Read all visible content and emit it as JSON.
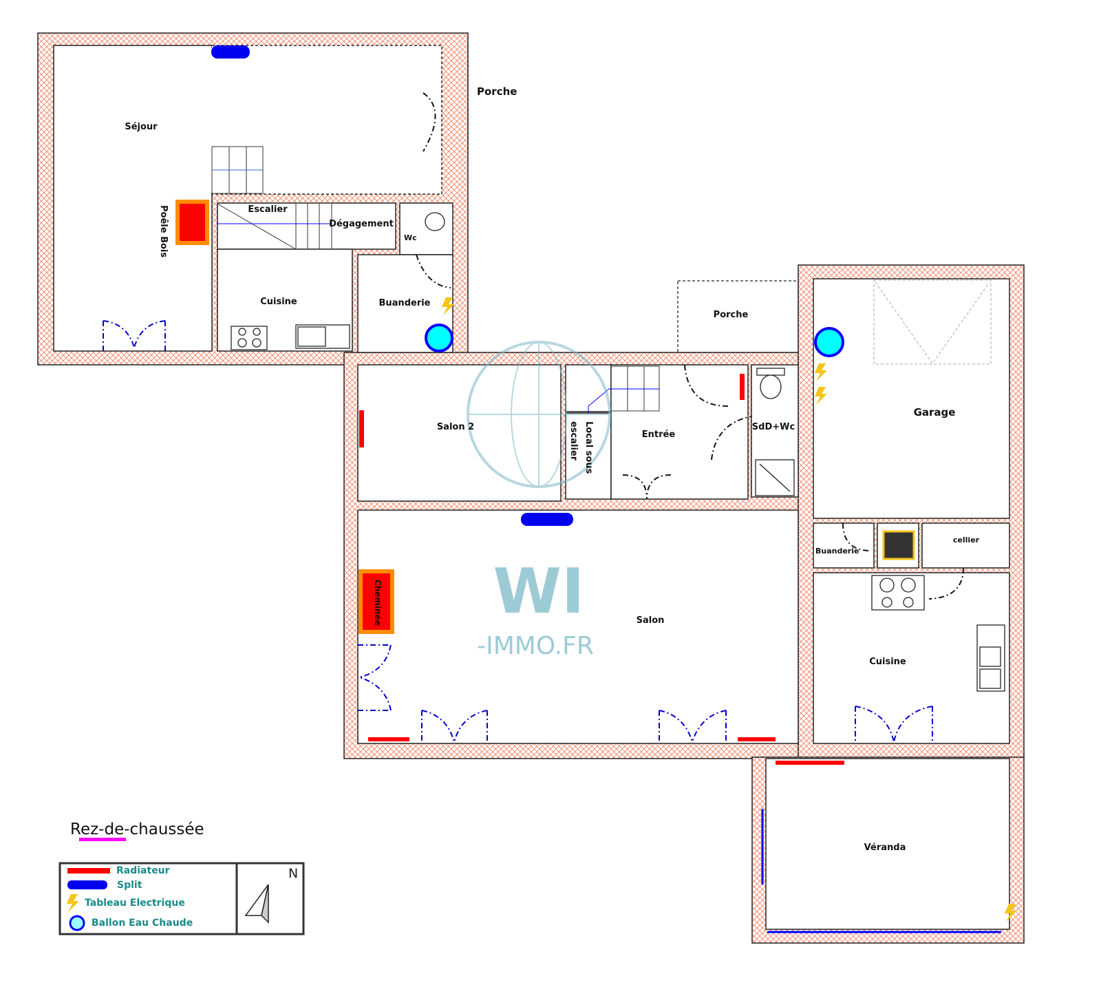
{
  "plan": {
    "title": "Rez-de-chaussée",
    "rooms": {
      "sejour": "Séjour",
      "porche_top": "Porche",
      "poele": "Poêle Bois",
      "escalier": "Escalier",
      "degagement": "Dégagement",
      "wc": "Wc",
      "cuisine_left": "Cuisine",
      "buanderie_left": "Buanderie",
      "porche_mid": "Porche",
      "garage": "Garage",
      "salon2": "Salon 2",
      "local_line1": "Local sous",
      "local_line2": "escalier",
      "entree": "Entrée",
      "sdd": "SdD+Wc",
      "buanderie_right": "Buanderie",
      "cellier": "cellier",
      "cheminee": "Cheminée",
      "salon": "Salon",
      "cuisine_right": "Cuisine",
      "veranda": "Véranda"
    }
  },
  "legend": {
    "items": [
      {
        "label": "Radiateur",
        "icon": "radiator-icon",
        "color": "#ff0000"
      },
      {
        "label": "Split",
        "icon": "split-icon",
        "color": "#0000ff"
      },
      {
        "label": "Tableau Electrique",
        "icon": "electric-panel-icon",
        "color": "#f5c518"
      },
      {
        "label": "Ballon Eau Chaude",
        "icon": "water-heater-icon",
        "color": "#00ffff"
      }
    ],
    "north": "N"
  },
  "watermark": {
    "logo": "WI",
    "text": "-IMMO.FR"
  },
  "colors": {
    "wall": "#f08060",
    "radiator": "#ff0000",
    "split": "#0000ee",
    "ballon": "#00ffff",
    "legend_text": "#1a8a8a",
    "title_underline": "#ff00ff"
  }
}
